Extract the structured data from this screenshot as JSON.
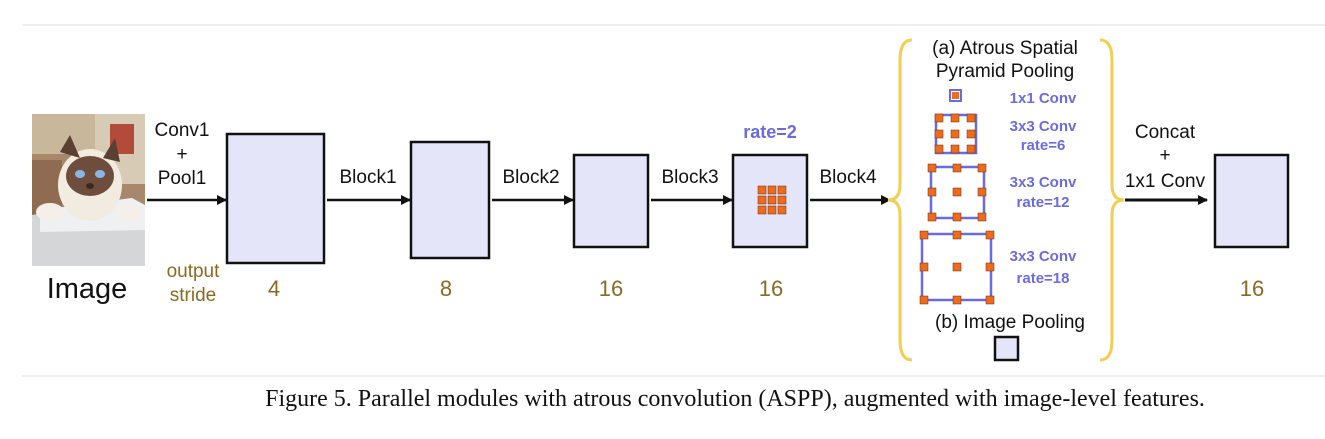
{
  "input": {
    "label": "Image",
    "output_stride_label": [
      "output",
      "stride"
    ]
  },
  "stages": [
    {
      "op_lines": [
        "Conv1",
        "+",
        "Pool1"
      ],
      "stride": "4"
    },
    {
      "op_lines": [
        "Block1"
      ],
      "stride": "8"
    },
    {
      "op_lines": [
        "Block2"
      ],
      "stride": "16"
    },
    {
      "op_lines": [
        "Block3"
      ],
      "stride": "16",
      "annotation": "rate=2"
    },
    {
      "op_lines": [
        "Block4"
      ]
    }
  ],
  "aspp": {
    "title_lines": [
      "(a) Atrous Spatial",
      "Pyramid Pooling"
    ],
    "branches": [
      {
        "lines": [
          "1x1 Conv"
        ]
      },
      {
        "lines": [
          "3x3 Conv",
          "rate=6"
        ]
      },
      {
        "lines": [
          "3x3 Conv",
          "rate=12"
        ]
      },
      {
        "lines": [
          "3x3 Conv",
          "rate=18"
        ]
      }
    ],
    "image_pooling_label": "(b) Image Pooling"
  },
  "output": {
    "op_lines": [
      "Concat",
      "+",
      "1x1 Conv"
    ],
    "stride": "16"
  },
  "caption": "Figure 5. Parallel modules with atrous convolution (ASPP), augmented with image-level features.",
  "colors": {
    "box_fill": "#e5e5f9",
    "aspp_border": "#6b6be0",
    "kernel_fill": "#f06a1c",
    "brace": "#f2cf52",
    "olive_text": "#8a6a22",
    "blue_text": "#6b6be0"
  }
}
